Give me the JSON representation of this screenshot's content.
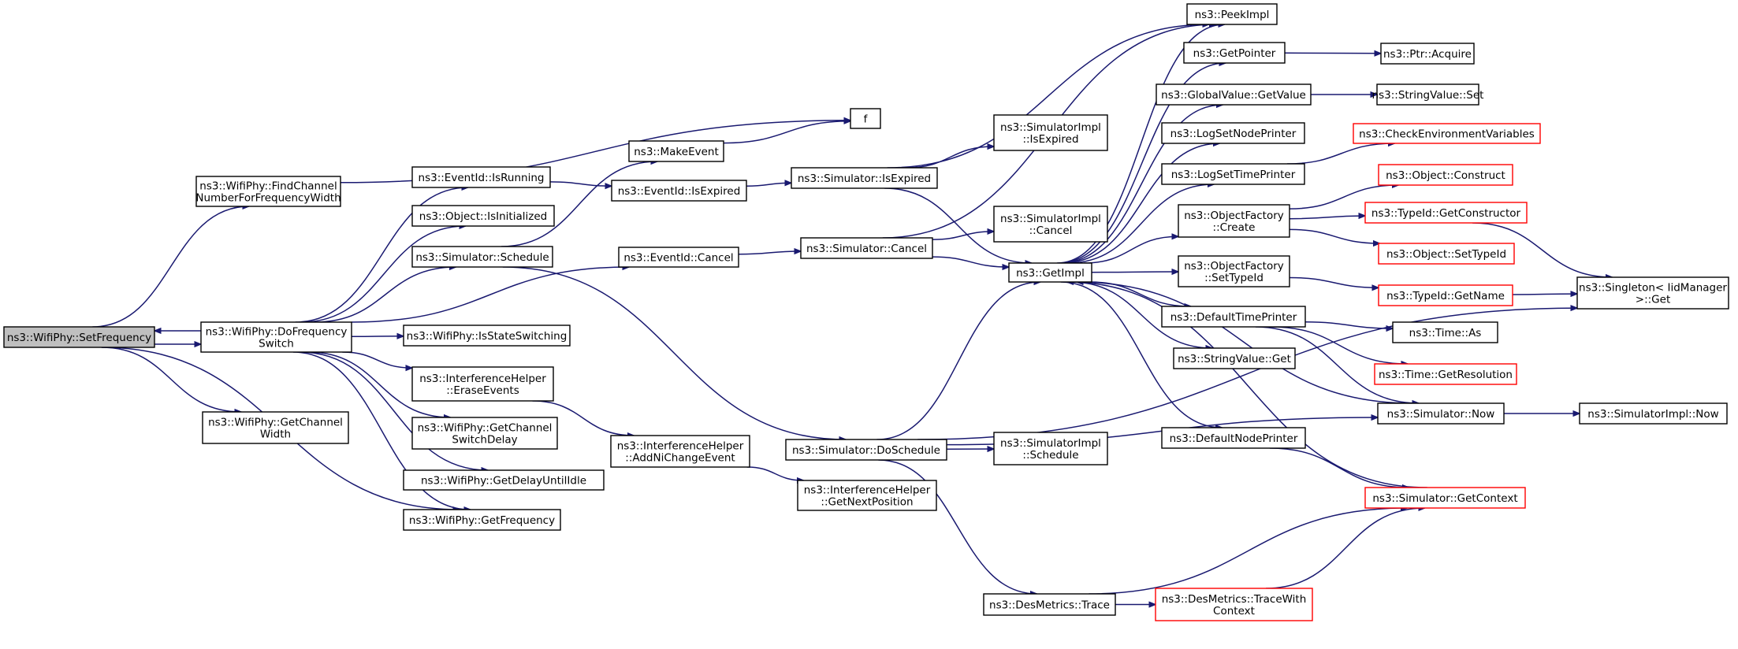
{
  "colors": {
    "edge": "#191970",
    "node_border": "#000000",
    "node_border_truncated": "#ff0000",
    "root_fill": "#bfbfbf",
    "node_fill": "#ffffff"
  },
  "nodes": [
    {
      "id": "setfreq",
      "lines": [
        "ns3::WifiPhy::SetFrequency"
      ],
      "style": "root"
    },
    {
      "id": "findchan",
      "lines": [
        "ns3::WifiPhy::FindChannel",
        "NumberForFrequencyWidth"
      ],
      "style": "normal"
    },
    {
      "id": "dofreq",
      "lines": [
        "ns3::WifiPhy::DoFrequency",
        "Switch"
      ],
      "style": "normal"
    },
    {
      "id": "getchanwidth",
      "lines": [
        "ns3::WifiPhy::GetChannel",
        "Width"
      ],
      "style": "normal"
    },
    {
      "id": "f",
      "lines": [
        "f"
      ],
      "style": "normal"
    },
    {
      "id": "isrunning",
      "lines": [
        "ns3::EventId::IsRunning"
      ],
      "style": "normal"
    },
    {
      "id": "isinit",
      "lines": [
        "ns3::Object::IsInitialized"
      ],
      "style": "normal"
    },
    {
      "id": "schedule",
      "lines": [
        "ns3::Simulator::Schedule"
      ],
      "style": "normal"
    },
    {
      "id": "isstatesw",
      "lines": [
        "ns3::WifiPhy::IsStateSwitching"
      ],
      "style": "normal"
    },
    {
      "id": "erase",
      "lines": [
        "ns3::InterferenceHelper",
        "::EraseEvents"
      ],
      "style": "normal"
    },
    {
      "id": "getchansw",
      "lines": [
        "ns3::WifiPhy::GetChannel",
        "SwitchDelay"
      ],
      "style": "normal"
    },
    {
      "id": "getdelay",
      "lines": [
        "ns3::WifiPhy::GetDelayUntilIdle"
      ],
      "style": "normal"
    },
    {
      "id": "getfreq",
      "lines": [
        "ns3::WifiPhy::GetFrequency"
      ],
      "style": "normal"
    },
    {
      "id": "makeevent",
      "lines": [
        "ns3::MakeEvent"
      ],
      "style": "normal"
    },
    {
      "id": "evexpired",
      "lines": [
        "ns3::EventId::IsExpired"
      ],
      "style": "normal"
    },
    {
      "id": "evcancel",
      "lines": [
        "ns3::EventId::Cancel"
      ],
      "style": "normal"
    },
    {
      "id": "addni",
      "lines": [
        "ns3::InterferenceHelper",
        "::AddNiChangeEvent"
      ],
      "style": "normal"
    },
    {
      "id": "getnext",
      "lines": [
        "ns3::InterferenceHelper",
        "::GetNextPosition"
      ],
      "style": "normal"
    },
    {
      "id": "simexpired",
      "lines": [
        "ns3::Simulator::IsExpired"
      ],
      "style": "normal"
    },
    {
      "id": "simcancel",
      "lines": [
        "ns3::Simulator::Cancel"
      ],
      "style": "normal"
    },
    {
      "id": "doschedule",
      "lines": [
        "ns3::Simulator::DoSchedule"
      ],
      "style": "normal"
    },
    {
      "id": "implexpired",
      "lines": [
        "ns3::SimulatorImpl",
        "::IsExpired"
      ],
      "style": "normal"
    },
    {
      "id": "implcancel",
      "lines": [
        "ns3::SimulatorImpl",
        "::Cancel"
      ],
      "style": "normal"
    },
    {
      "id": "getimpl",
      "lines": [
        "ns3::GetImpl"
      ],
      "style": "normal"
    },
    {
      "id": "implschedule",
      "lines": [
        "ns3::SimulatorImpl",
        "::Schedule"
      ],
      "style": "normal"
    },
    {
      "id": "trace",
      "lines": [
        "ns3::DesMetrics::Trace"
      ],
      "style": "normal"
    },
    {
      "id": "peekimpl",
      "lines": [
        "ns3::PeekImpl"
      ],
      "style": "normal"
    },
    {
      "id": "getpointer",
      "lines": [
        "ns3::GetPointer"
      ],
      "style": "normal"
    },
    {
      "id": "gvgetvalue",
      "lines": [
        "ns3::GlobalValue::GetValue"
      ],
      "style": "normal"
    },
    {
      "id": "lognode",
      "lines": [
        "ns3::LogSetNodePrinter"
      ],
      "style": "normal"
    },
    {
      "id": "logtime",
      "lines": [
        "ns3::LogSetTimePrinter"
      ],
      "style": "normal"
    },
    {
      "id": "ofcreate",
      "lines": [
        "ns3::ObjectFactory",
        "::Create"
      ],
      "style": "normal"
    },
    {
      "id": "ofsettype",
      "lines": [
        "ns3::ObjectFactory",
        "::SetTypeId"
      ],
      "style": "normal"
    },
    {
      "id": "deftime",
      "lines": [
        "ns3::DefaultTimePrinter"
      ],
      "style": "normal"
    },
    {
      "id": "svget",
      "lines": [
        "ns3::StringValue::Get"
      ],
      "style": "normal"
    },
    {
      "id": "defnode",
      "lines": [
        "ns3::DefaultNodePrinter"
      ],
      "style": "normal"
    },
    {
      "id": "tracectx",
      "lines": [
        "ns3::DesMetrics::TraceWith",
        "Context"
      ],
      "style": "truncated"
    },
    {
      "id": "ptracquire",
      "lines": [
        "ns3::Ptr::Acquire"
      ],
      "style": "normal"
    },
    {
      "id": "svset",
      "lines": [
        "ns3::StringValue::Set"
      ],
      "style": "normal"
    },
    {
      "id": "checkenv",
      "lines": [
        "ns3::CheckEnvironmentVariables"
      ],
      "style": "truncated"
    },
    {
      "id": "objconstruct",
      "lines": [
        "ns3::Object::Construct"
      ],
      "style": "truncated"
    },
    {
      "id": "getctor",
      "lines": [
        "ns3::TypeId::GetConstructor"
      ],
      "style": "truncated"
    },
    {
      "id": "objsettype",
      "lines": [
        "ns3::Object::SetTypeId"
      ],
      "style": "truncated"
    },
    {
      "id": "getname",
      "lines": [
        "ns3::TypeId::GetName"
      ],
      "style": "truncated"
    },
    {
      "id": "timeas",
      "lines": [
        "ns3::Time::As"
      ],
      "style": "normal"
    },
    {
      "id": "getres",
      "lines": [
        "ns3::Time::GetResolution"
      ],
      "style": "truncated"
    },
    {
      "id": "simnow",
      "lines": [
        "ns3::Simulator::Now"
      ],
      "style": "normal"
    },
    {
      "id": "getctx",
      "lines": [
        "ns3::Simulator::GetContext"
      ],
      "style": "truncated"
    },
    {
      "id": "singleton",
      "lines": [
        "ns3::Singleton< IidManager",
        " >::Get"
      ],
      "style": "normal"
    },
    {
      "id": "implnow",
      "lines": [
        "ns3::SimulatorImpl::Now"
      ],
      "style": "normal"
    }
  ],
  "edges": [
    [
      "setfreq",
      "findchan"
    ],
    [
      "setfreq",
      "dofreq"
    ],
    [
      "setfreq",
      "getchanwidth"
    ],
    [
      "setfreq",
      "getfreq"
    ],
    [
      "dofreq",
      "setfreq"
    ],
    [
      "findchan",
      "f"
    ],
    [
      "dofreq",
      "isrunning"
    ],
    [
      "dofreq",
      "isinit"
    ],
    [
      "dofreq",
      "schedule"
    ],
    [
      "dofreq",
      "evcancel"
    ],
    [
      "dofreq",
      "isstatesw"
    ],
    [
      "dofreq",
      "erase"
    ],
    [
      "dofreq",
      "getchansw"
    ],
    [
      "dofreq",
      "getdelay"
    ],
    [
      "dofreq",
      "getfreq"
    ],
    [
      "isrunning",
      "evexpired"
    ],
    [
      "schedule",
      "makeevent"
    ],
    [
      "schedule",
      "doschedule"
    ],
    [
      "makeevent",
      "f"
    ],
    [
      "evexpired",
      "simexpired"
    ],
    [
      "evcancel",
      "simcancel"
    ],
    [
      "erase",
      "addni"
    ],
    [
      "addni",
      "getnext"
    ],
    [
      "simexpired",
      "implexpired"
    ],
    [
      "simexpired",
      "getimpl"
    ],
    [
      "simexpired",
      "peekimpl"
    ],
    [
      "simcancel",
      "implcancel"
    ],
    [
      "simcancel",
      "getimpl"
    ],
    [
      "simcancel",
      "peekimpl"
    ],
    [
      "doschedule",
      "getimpl"
    ],
    [
      "doschedule",
      "implschedule"
    ],
    [
      "doschedule",
      "trace"
    ],
    [
      "doschedule",
      "simnow"
    ],
    [
      "doschedule",
      "singleton"
    ],
    [
      "getimpl",
      "peekimpl"
    ],
    [
      "getimpl",
      "getpointer"
    ],
    [
      "getimpl",
      "gvgetvalue"
    ],
    [
      "getimpl",
      "lognode"
    ],
    [
      "getimpl",
      "logtime"
    ],
    [
      "getimpl",
      "ofcreate"
    ],
    [
      "getimpl",
      "ofsettype"
    ],
    [
      "getimpl",
      "deftime"
    ],
    [
      "getimpl",
      "svget"
    ],
    [
      "getimpl",
      "defnode"
    ],
    [
      "getpointer",
      "ptracquire"
    ],
    [
      "gvgetvalue",
      "svset"
    ],
    [
      "logtime",
      "checkenv"
    ],
    [
      "ofcreate",
      "objconstruct"
    ],
    [
      "ofcreate",
      "getctor"
    ],
    [
      "ofcreate",
      "objsettype"
    ],
    [
      "ofsettype",
      "getname"
    ],
    [
      "getctor",
      "singleton"
    ],
    [
      "getname",
      "singleton"
    ],
    [
      "deftime",
      "timeas"
    ],
    [
      "deftime",
      "getres"
    ],
    [
      "deftime",
      "simnow"
    ],
    [
      "simnow",
      "getimpl"
    ],
    [
      "simnow",
      "implnow"
    ],
    [
      "defnode",
      "getctx"
    ],
    [
      "getctx",
      "getimpl"
    ],
    [
      "trace",
      "tracectx"
    ],
    [
      "trace",
      "getctx"
    ],
    [
      "tracectx",
      "getctx"
    ]
  ]
}
